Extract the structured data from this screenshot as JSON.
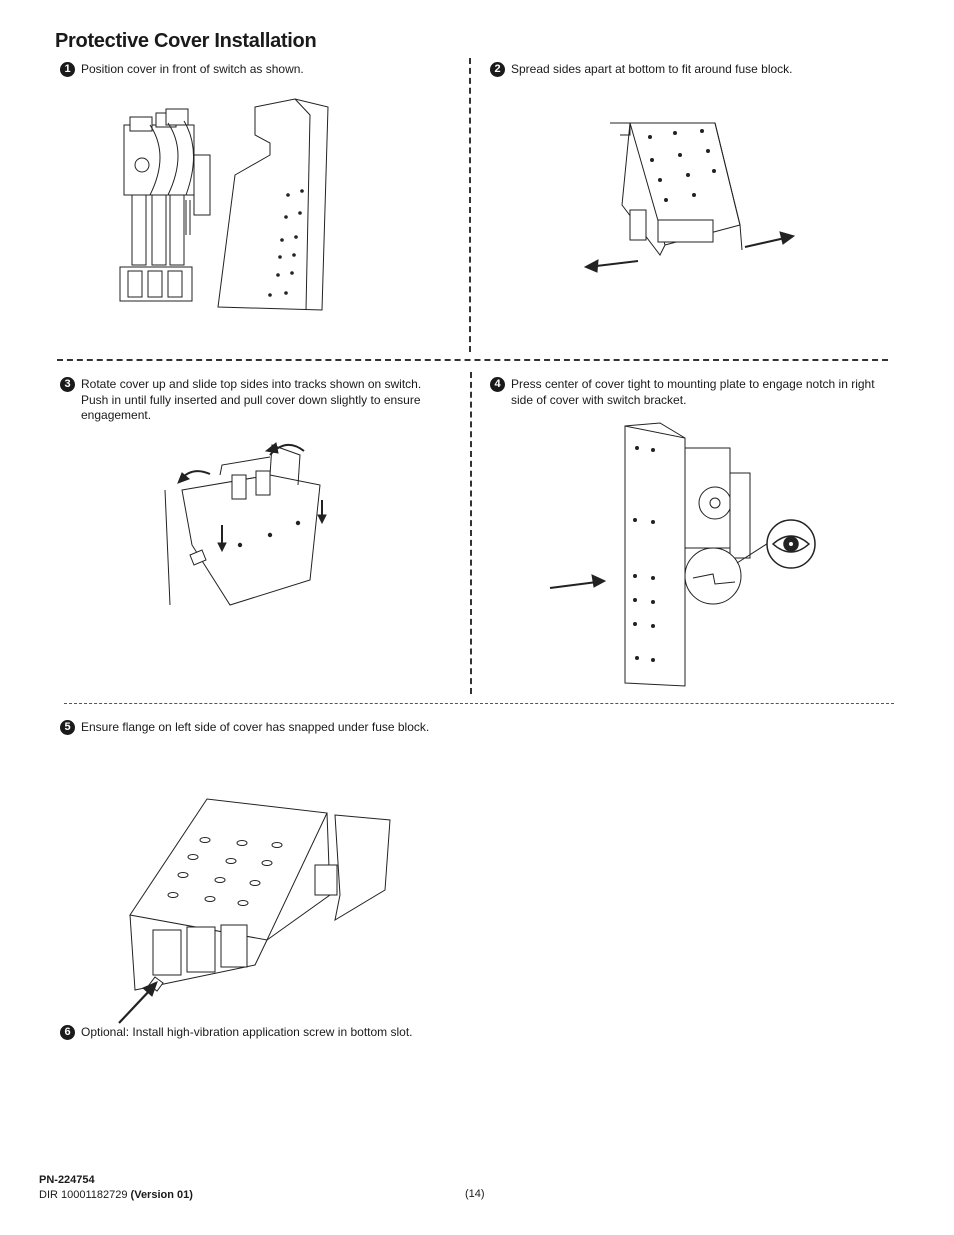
{
  "page": {
    "title": "Protective Cover Installation"
  },
  "steps": [
    {
      "number": "1",
      "text": "Position cover in front of switch as shown."
    },
    {
      "number": "2",
      "text": "Spread sides apart at bottom to fit around fuse block."
    },
    {
      "number": "3",
      "text": "Rotate cover up and slide top sides into tracks shown on switch. Push in until fully inserted and pull cover down slightly to ensure engagement."
    },
    {
      "number": "4",
      "text": "Press center of cover tight to mounting plate to engage notch in right side of cover with switch bracket."
    },
    {
      "number": "5",
      "text": "Ensure flange on left side of cover has snapped under fuse block."
    },
    {
      "number": "6",
      "text": "Optional:  Install high-vibration application screw in bottom slot."
    }
  ],
  "footer": {
    "part_number": "PN-224754",
    "dir_label": "DIR 10001182729",
    "version": "(Version 01)",
    "page_number": "(14)"
  },
  "icons": {
    "figure_1": "cover-and-switch-illustration",
    "figure_2": "cover-spread-illustration",
    "figure_3": "cover-rotate-illustration",
    "figure_4": "cover-press-illustration",
    "figure_4_detail": "eye-icon",
    "figure_5": "flange-screw-illustration"
  }
}
